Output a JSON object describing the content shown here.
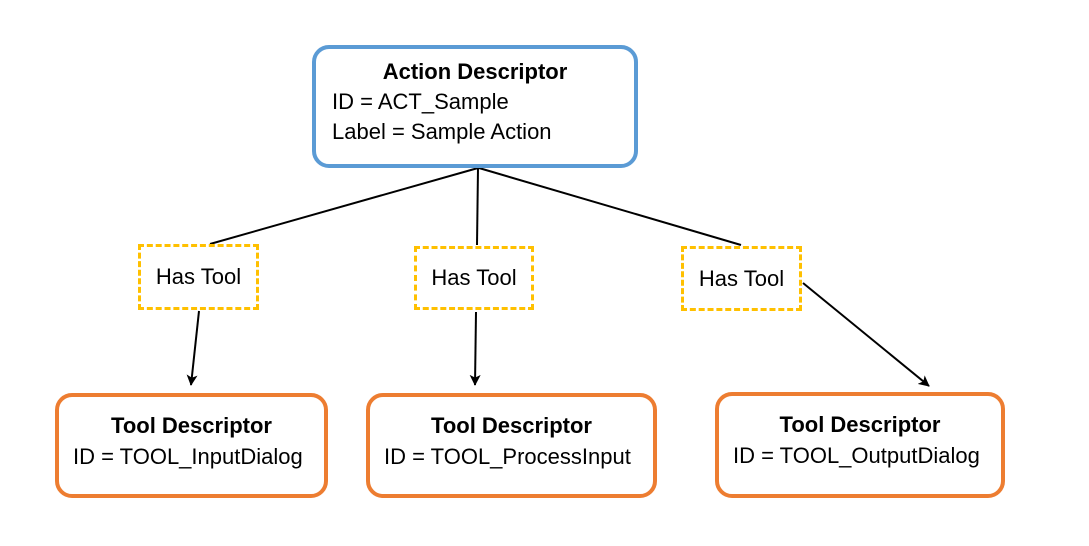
{
  "diagram": {
    "action": {
      "title": "Action Descriptor",
      "lines": [
        "ID = ACT_Sample",
        "Label = Sample Action"
      ]
    },
    "relations": [
      {
        "label": "Has Tool"
      },
      {
        "label": "Has Tool"
      },
      {
        "label": "Has Tool"
      }
    ],
    "tools": [
      {
        "title": "Tool Descriptor",
        "id_line": "ID = TOOL_InputDialog"
      },
      {
        "title": "Tool Descriptor",
        "id_line": "ID = TOOL_ProcessInput"
      },
      {
        "title": "Tool Descriptor",
        "id_line": "ID = TOOL_OutputDialog"
      }
    ],
    "colors": {
      "action_border": "#5B9BD5",
      "tool_border": "#ED7D31",
      "relation_border": "#FFC000",
      "connector": "#000000"
    }
  }
}
